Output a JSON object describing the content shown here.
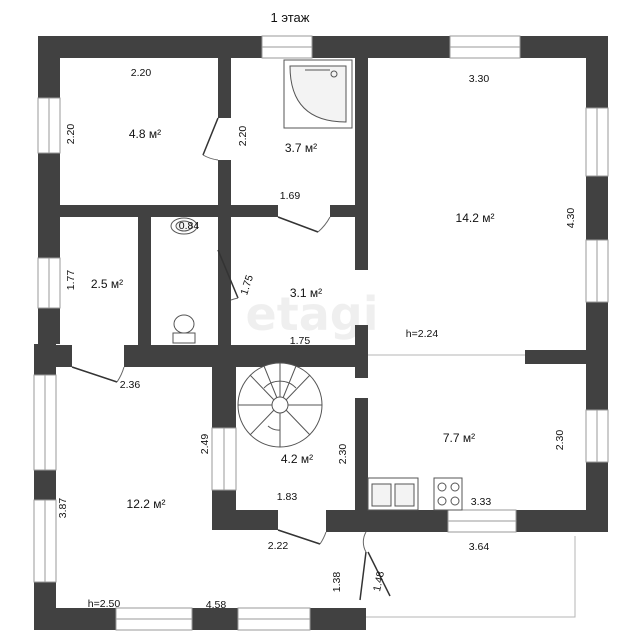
{
  "title": "1 этаж",
  "watermark": "etagi",
  "rooms": [
    {
      "id": "r1",
      "area": "4.8 м²"
    },
    {
      "id": "r2",
      "area": "3.7 м²"
    },
    {
      "id": "r3",
      "area": "14.2 м²"
    },
    {
      "id": "r4",
      "area": "2.5 м²"
    },
    {
      "id": "r5",
      "area": "3.1 м²"
    },
    {
      "id": "r6",
      "area": "7.7 м²"
    },
    {
      "id": "r7",
      "area": "4.2 м²"
    },
    {
      "id": "r8",
      "area": "12.2 м²"
    }
  ],
  "dimensions": [
    "2.20",
    "2.20",
    "2.20",
    "3.30",
    "4.30",
    "1.69",
    "0.84",
    "1.77",
    "1.75",
    "1.75",
    "2.36",
    "2.49",
    "2.30",
    "2.30",
    "1.83",
    "3.33",
    "2.22",
    "3.64",
    "3.87",
    "1.38",
    "1.48",
    "4.58"
  ],
  "heights": [
    "h=2.24",
    "h=2.50"
  ],
  "colors": {
    "wall": "#414141",
    "window": "#ffffff",
    "text": "#111111"
  }
}
